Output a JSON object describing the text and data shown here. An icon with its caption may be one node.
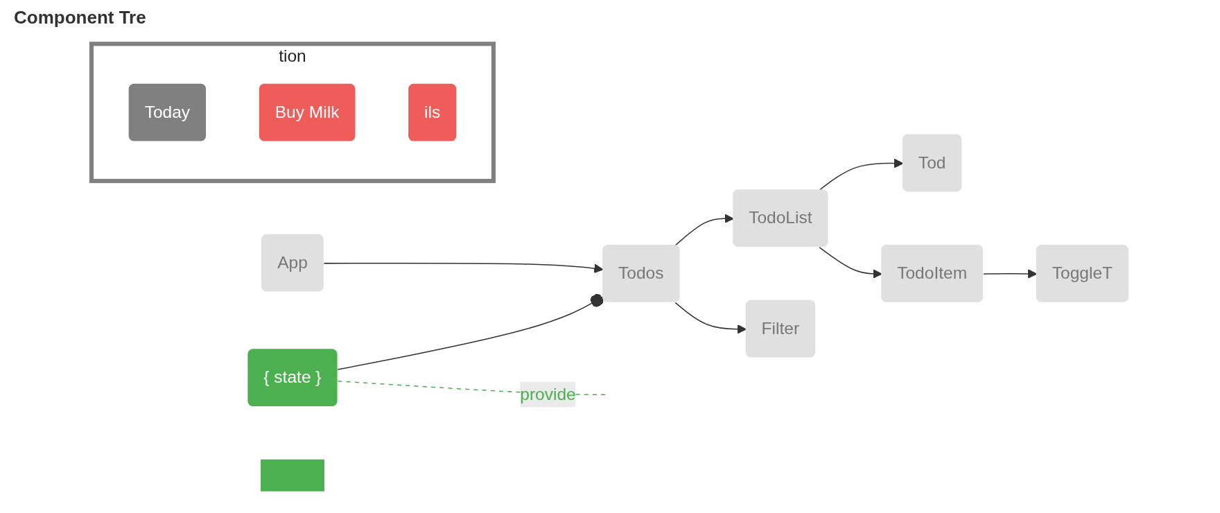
{
  "diagram": {
    "title": "Component Tre",
    "nodes": [
      {
        "text": [
          "App"
        ]
      },
      {
        "text": [
          "{ state }"
        ]
      },
      {
        "text": [
          "Todos"
        ]
      },
      {
        "text": [
          "TodoList"
        ]
      },
      {
        "text": [
          "Filter"
        ]
      },
      {
        "text": [
          "Tod"
        ]
      },
      {
        "text": [
          "TodoItem"
        ]
      },
      {
        "text": [
          "ToggleT"
        ]
      },
      {
        "text": [],
        "shape": "box"
      },
      {
        "text": [
          "tion"
        ]
      },
      {
        "text": [
          "Today"
        ],
        "in": 9
      },
      {
        "text": [
          "Buy Milk"
        ],
        "in": 9
      },
      {
        "text": [
          "ils"
        ],
        "in": 9
      }
    ],
    "edges": [
      {
        "from": 0,
        "to": 2,
        "arrow": "to"
      },
      {
        "from": 1,
        "to": 2,
        "arrow": "other"
      },
      {
        "from": 1,
        "to": null,
        "arrow": "none",
        "label": "provide",
        "style": "dashed",
        "color": "#4caf50"
      },
      {
        "from": 2,
        "to": 3,
        "arrow": "to"
      },
      {
        "from": 2,
        "to": 4,
        "arrow": "to"
      },
      {
        "from": 3,
        "to": 5,
        "arrow": "to"
      },
      {
        "from": 3,
        "to": 6,
        "arrow": "to"
      },
      {
        "from": 6,
        "to": 7,
        "arrow": "to"
      }
    ]
  }
}
